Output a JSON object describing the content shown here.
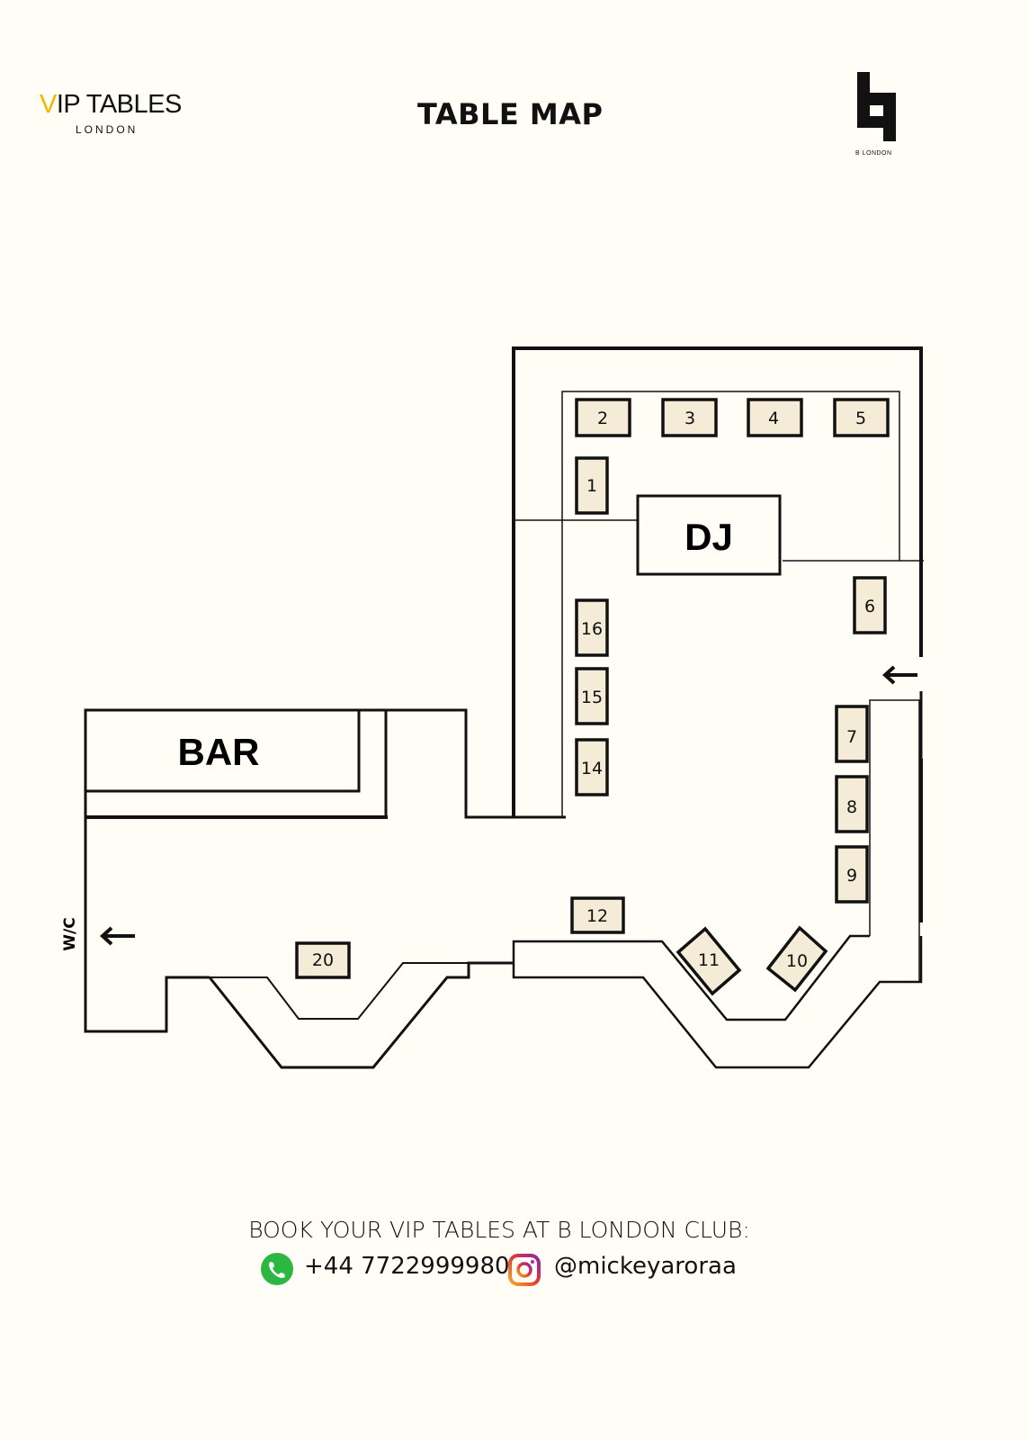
{
  "header": {
    "brand_left": {
      "v": "V",
      "rest": "IP TABLES",
      "sub": "LONDON"
    },
    "title": "TABLE MAP",
    "brand_right": {
      "sub": "B LONDON"
    }
  },
  "map": {
    "areas": {
      "dj": "DJ",
      "bar": "BAR",
      "wc": "W/C"
    },
    "tables": [
      "1",
      "2",
      "3",
      "4",
      "5",
      "6",
      "7",
      "8",
      "9",
      "10",
      "11",
      "12",
      "14",
      "15",
      "16",
      "20"
    ],
    "colors": {
      "table_fill": "#f5ecd7",
      "background": "#fffdf5"
    }
  },
  "footer": {
    "book_text": "BOOK  YOUR VIP TABLES AT B LONDON CLUB:",
    "phone": "+44 7722999980",
    "instagram": "@mickeyaroraa"
  }
}
